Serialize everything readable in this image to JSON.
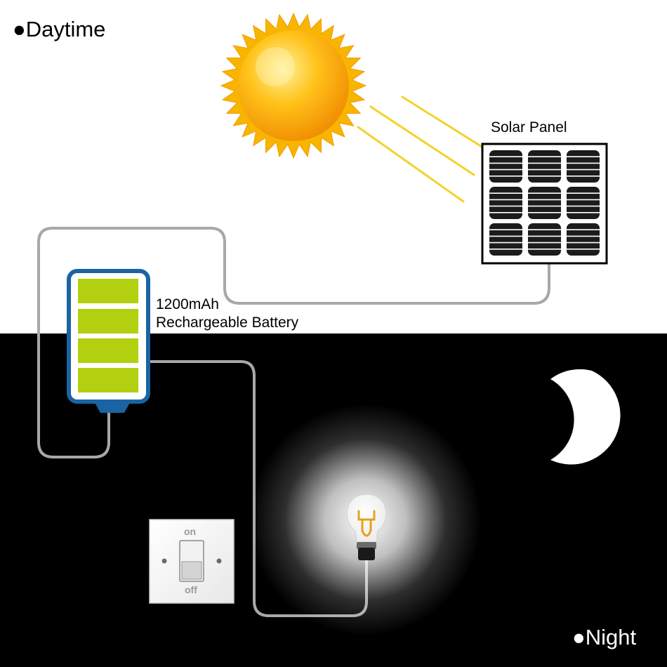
{
  "labels": {
    "daytime": "Daytime",
    "night": "Night",
    "solar_panel": "Solar Panel",
    "battery_capacity": "1200mAh",
    "battery_type": "Rechargeable Battery",
    "switch_on": "on",
    "switch_off": "off"
  },
  "colors": {
    "day_background": "#ffffff",
    "night_background": "#000000",
    "sun": "#ffb300",
    "sun_rays": "#f4d22a",
    "battery_frame": "#1a64a3",
    "battery_cells": "#b2d00f",
    "wire": "#a8a8a8",
    "solar_cells": "#1c1c1c",
    "moon": "#ffffff"
  },
  "battery_charge_cells": 4
}
